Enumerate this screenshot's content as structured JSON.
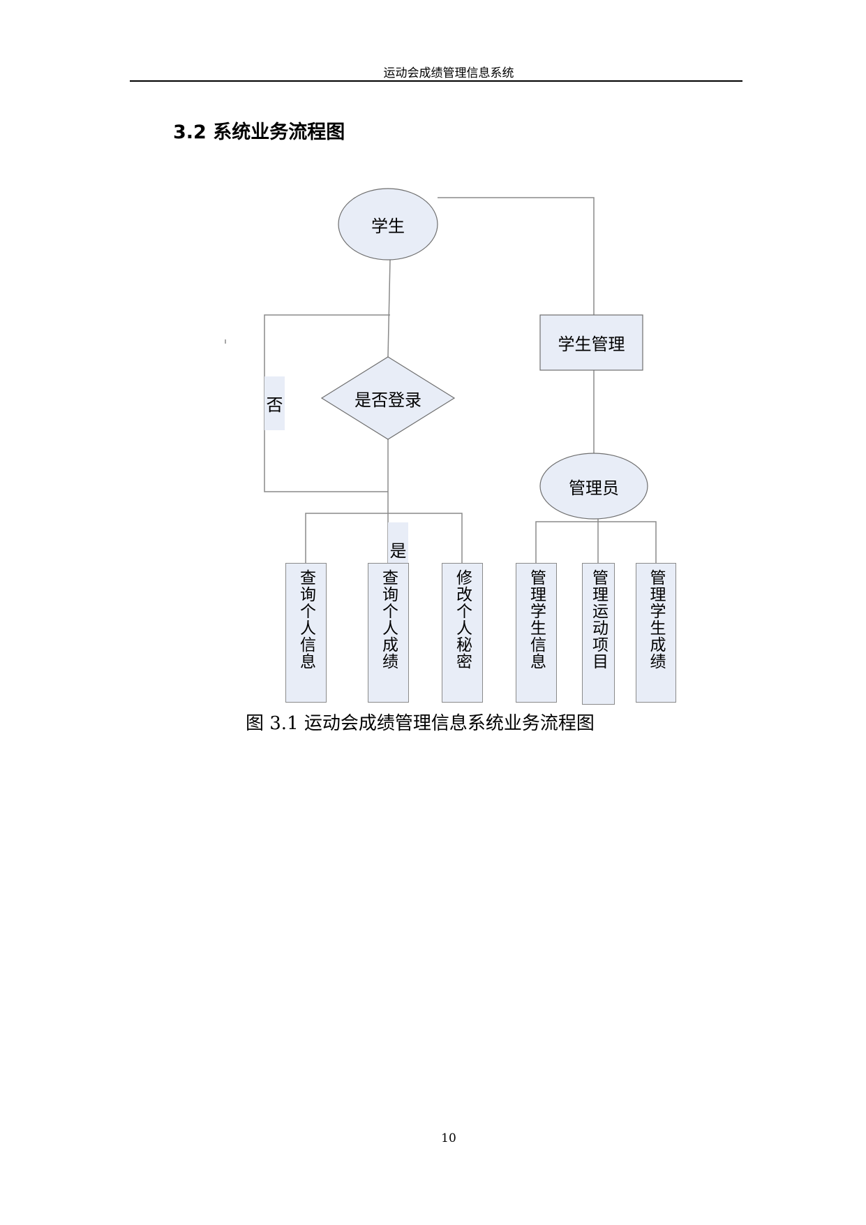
{
  "header": {
    "title": "运动会成绩管理信息系统"
  },
  "section": {
    "heading": "3.2 系统业务流程图"
  },
  "flowchart": {
    "student": "学生",
    "login_check": "是否登录",
    "no_label": "否",
    "yes_label": "是",
    "student_mgmt": "学生管理",
    "admin": "管理员",
    "student_functions": [
      "查询个人信息",
      "查询个人成绩",
      "修改个人秘密"
    ],
    "admin_functions": [
      "管理学生信息",
      "管理运动项目",
      "管理学生成绩"
    ],
    "fill_color": "#e8edf7",
    "stroke_color": "#8a8a8a"
  },
  "caption": "图 3.1 运动会成绩管理信息系统业务流程图",
  "page_number": "10"
}
